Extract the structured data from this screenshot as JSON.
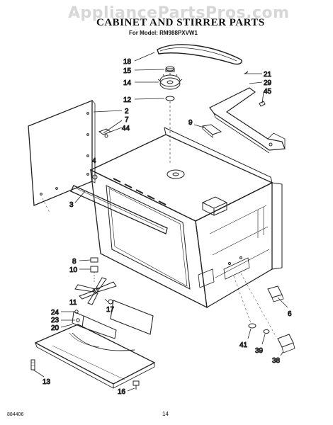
{
  "header": {
    "watermark": "AppliancePartsPros.com",
    "title": "CABINET AND STIRRER PARTS",
    "subtitle": "For Model: RM988PXVW1"
  },
  "footer": {
    "doc_code": "884406",
    "page_number": "14"
  },
  "callouts": [
    "18",
    "15",
    "14",
    "12",
    "2",
    "7",
    "44",
    "21",
    "29",
    "45",
    "9",
    "4",
    "3",
    "8",
    "10",
    "11",
    "24",
    "23",
    "20",
    "17",
    "6",
    "41",
    "39",
    "38",
    "13",
    "16"
  ]
}
